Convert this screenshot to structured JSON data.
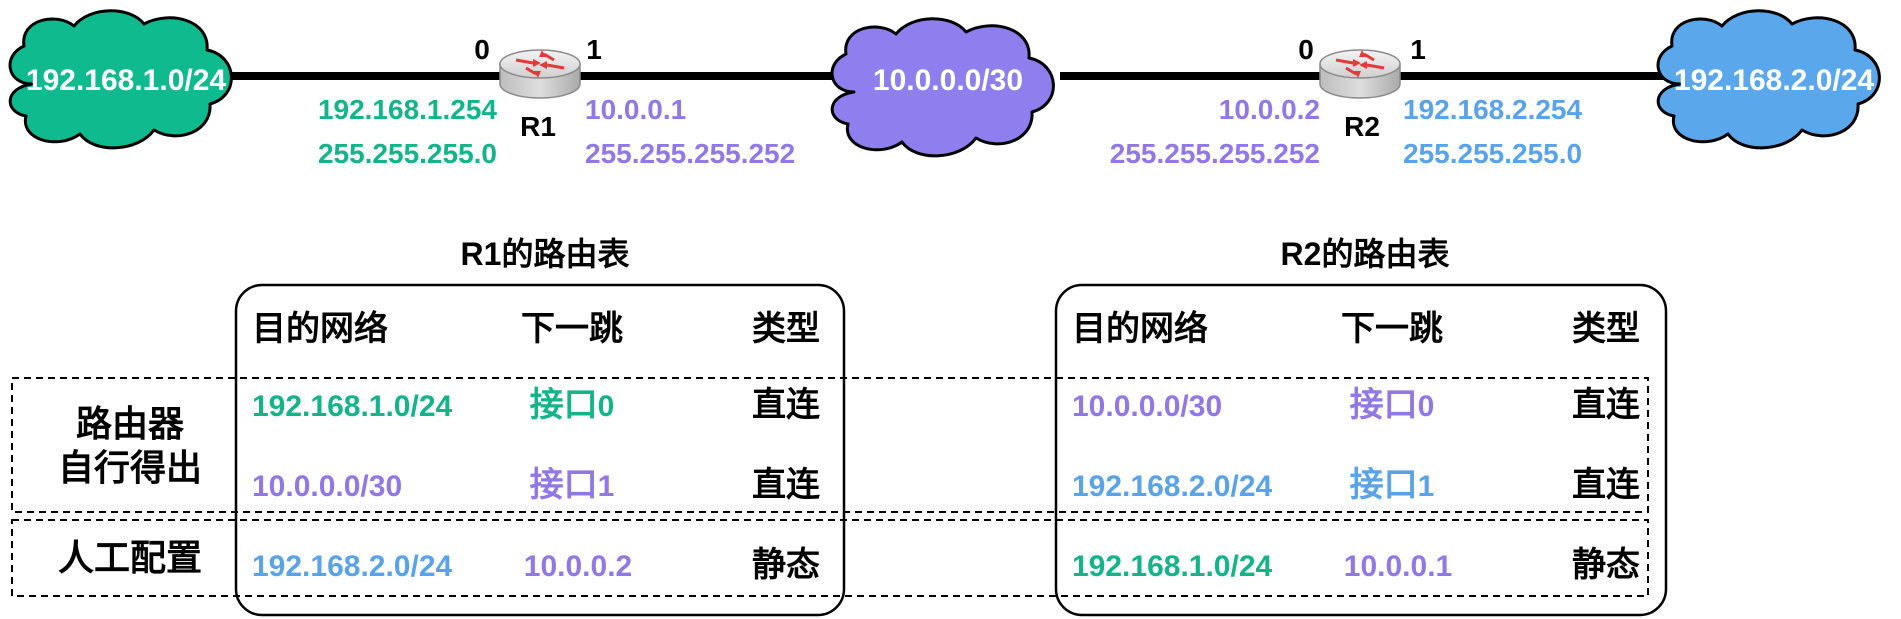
{
  "colors": {
    "green": "#14b48a",
    "purple": "#9178e6",
    "blue": "#5aa3e8",
    "black": "#000000",
    "cloud_green": "#0fba8f",
    "cloud_purple": "#8f7eed",
    "cloud_blue": "#5aa7ec"
  },
  "topology": {
    "net_left": "192.168.1.0/24",
    "net_mid": "10.0.0.0/30",
    "net_right": "192.168.2.0/24",
    "r1": {
      "name": "R1",
      "port0": "0",
      "port1": "1",
      "if0_ip": "192.168.1.254",
      "if0_mask": "255.255.255.0",
      "if1_ip": "10.0.0.1",
      "if1_mask": "255.255.255.252"
    },
    "r2": {
      "name": "R2",
      "port0": "0",
      "port1": "1",
      "if0_ip": "10.0.0.2",
      "if0_mask": "255.255.255.252",
      "if1_ip": "192.168.2.254",
      "if1_mask": "255.255.255.0"
    }
  },
  "groups": {
    "auto": [
      "路由器",
      "自行得出"
    ],
    "manual": "人工配置"
  },
  "tables": {
    "r1": {
      "title": "R1的路由表",
      "headers": [
        "目的网络",
        "下一跳",
        "类型"
      ],
      "rows": [
        {
          "dest": "192.168.1.0/24",
          "hop_zh": "接口",
          "hop_num": "0",
          "type": "直连"
        },
        {
          "dest": "10.0.0.0/30",
          "hop_zh": "接口",
          "hop_num": "1",
          "type": "直连"
        },
        {
          "dest": "192.168.2.0/24",
          "hop": "10.0.0.2",
          "type": "静态"
        }
      ]
    },
    "r2": {
      "title": "R2的路由表",
      "headers": [
        "目的网络",
        "下一跳",
        "类型"
      ],
      "rows": [
        {
          "dest": "10.0.0.0/30",
          "hop_zh": "接口",
          "hop_num": "0",
          "type": "直连"
        },
        {
          "dest": "192.168.2.0/24",
          "hop_zh": "接口",
          "hop_num": "1",
          "type": "直连"
        },
        {
          "dest": "192.168.1.0/24",
          "hop": "10.0.0.1",
          "type": "静态"
        }
      ]
    }
  }
}
